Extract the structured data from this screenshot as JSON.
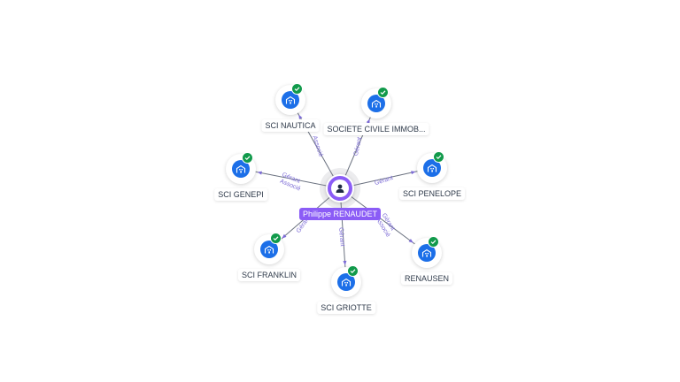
{
  "center": {
    "name": "Philippe RENAUDET",
    "icon": "person-icon",
    "color": "#8b5cf6"
  },
  "accent_colors": {
    "company": "#1c6fe8",
    "verified": "#119a4b",
    "relation_text": "#7c6bd6"
  },
  "nodes": [
    {
      "id": "nautica",
      "label": "SCI NAUTICA",
      "icon": "building-icon",
      "verified": true
    },
    {
      "id": "sci_immo",
      "label": "SOCIETE CIVILE IMMOB...",
      "icon": "building-icon",
      "verified": true
    },
    {
      "id": "genepi",
      "label": "SCI GENEPI",
      "icon": "building-icon",
      "verified": true
    },
    {
      "id": "penelope",
      "label": "SCI PENELOPE",
      "icon": "building-icon",
      "verified": true
    },
    {
      "id": "franklin",
      "label": "SCI FRANKLIN",
      "icon": "building-icon",
      "verified": true
    },
    {
      "id": "renausen",
      "label": "RENAUSEN",
      "icon": "building-icon",
      "verified": true
    },
    {
      "id": "griotte",
      "label": "SCI GRIOTTE",
      "icon": "building-icon",
      "verified": true
    }
  ],
  "edges": [
    {
      "to": "nautica",
      "labels": [
        "Associé"
      ]
    },
    {
      "to": "sci_immo",
      "labels": [
        "Gérant"
      ]
    },
    {
      "to": "genepi",
      "labels": [
        "Gérant",
        "Associé"
      ]
    },
    {
      "to": "penelope",
      "labels": [
        "Gérant"
      ]
    },
    {
      "to": "franklin",
      "labels": [
        "Gérant"
      ]
    },
    {
      "to": "renausen",
      "labels": [
        "Gérant",
        "Associé"
      ]
    },
    {
      "to": "griotte",
      "labels": [
        "Gérant"
      ]
    }
  ]
}
